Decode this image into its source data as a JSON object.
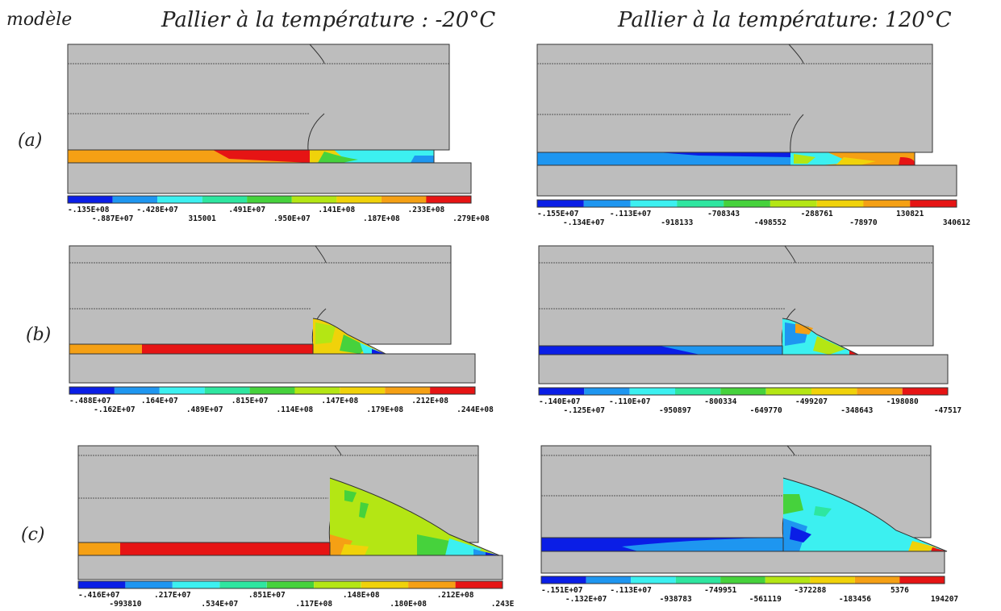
{
  "header": {
    "model_label": "modèle",
    "left_title": "Pallier à la  température : -20°C",
    "right_title": "Pallier à la  température: 120°C"
  },
  "rows": [
    {
      "label": "(a)"
    },
    {
      "label": "(b)"
    },
    {
      "label": "(c)"
    }
  ],
  "colors": {
    "solid": "#bdbdbd",
    "contour": [
      "#0a1ee6",
      "#1e96f0",
      "#3cf0f0",
      "#2ee6a0",
      "#46d23c",
      "#b4e614",
      "#f0d20a",
      "#f5a014",
      "#e61414"
    ]
  },
  "panels": [
    {
      "id": "a-left",
      "legend_top": [
        "-.135E+08",
        "-.428E+07",
        ".491E+07",
        ".141E+08",
        ".233E+08"
      ],
      "legend_bottom": [
        "-.887E+07",
        "315001",
        ".950E+07",
        ".187E+08",
        ".279E+08"
      ]
    },
    {
      "id": "a-right",
      "legend_top": [
        "-.155E+07",
        "-.113E+07",
        "-708343",
        "-288761",
        "130821"
      ],
      "legend_bottom": [
        "-.134E+07",
        "-918133",
        "-498552",
        "-78970",
        "340612"
      ]
    },
    {
      "id": "b-left",
      "legend_top": [
        "-.488E+07",
        ".164E+07",
        ".815E+07",
        ".147E+08",
        ".212E+08"
      ],
      "legend_bottom": [
        "-.162E+07",
        ".489E+07",
        ".114E+08",
        ".179E+08",
        ".244E+08"
      ]
    },
    {
      "id": "b-right",
      "legend_top": [
        "-.140E+07",
        "-.110E+07",
        "-800334",
        "-499207",
        "-198080"
      ],
      "legend_bottom": [
        "-.125E+07",
        "-950897",
        "-649770",
        "-348643",
        "-47517"
      ]
    },
    {
      "id": "c-left",
      "legend_top": [
        "-.416E+07",
        ".217E+07",
        ".851E+07",
        ".148E+08",
        ".212E+08"
      ],
      "legend_bottom": [
        "-993810",
        ".534E+07",
        ".117E+08",
        ".180E+08",
        ".243E"
      ]
    },
    {
      "id": "c-right",
      "legend_top": [
        "-.151E+07",
        "-.113E+07",
        "-749951",
        "-372288",
        "5376"
      ],
      "legend_bottom": [
        "-.132E+07",
        "-938783",
        "-561119",
        "-183456",
        "194207"
      ]
    }
  ]
}
